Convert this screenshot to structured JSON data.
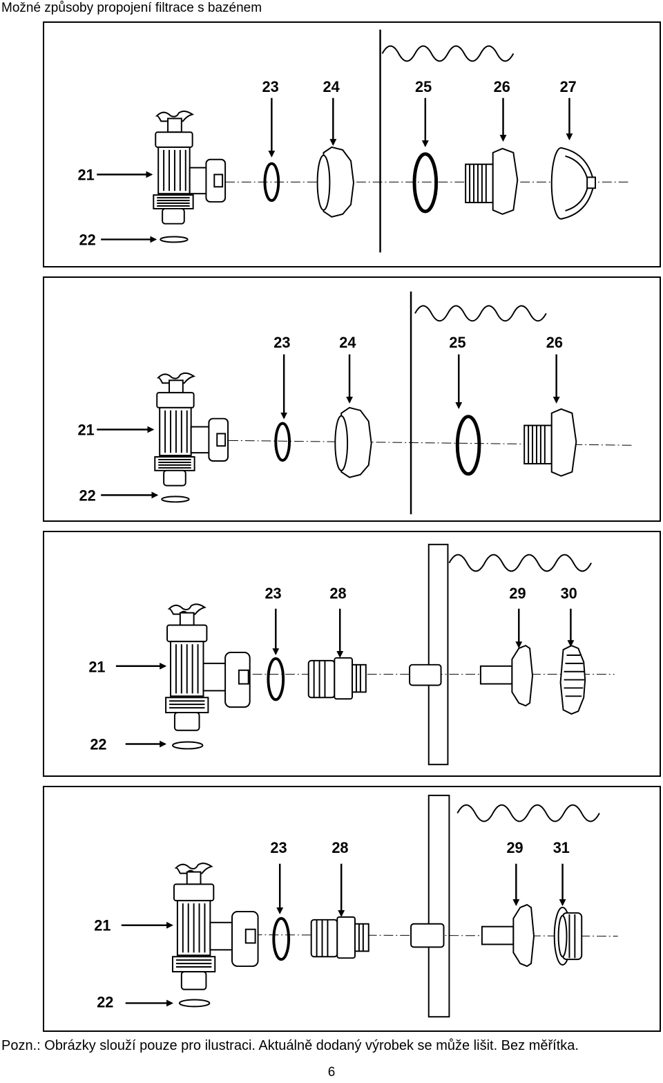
{
  "page": {
    "title": "Možné způsoby propojení filtrace s bazénem",
    "note": "Pozn.: Obrázky slouží pouze pro ilustraci. Aktuálně dodaný výrobek se může lišit. Bez měřítka.",
    "page_number": "6"
  },
  "panels": [
    {
      "wall": "line",
      "labels": {
        "a": "21",
        "b": "22",
        "c": "23",
        "d": "24",
        "e": "25",
        "f": "26",
        "g": "27"
      }
    },
    {
      "wall": "line",
      "labels": {
        "a": "21",
        "b": "22",
        "c": "23",
        "d": "24",
        "e": "25",
        "f": "26"
      }
    },
    {
      "wall": "board",
      "labels": {
        "a": "21",
        "b": "22",
        "c": "23",
        "d": "28",
        "e": "29",
        "f": "30"
      }
    },
    {
      "wall": "board",
      "labels": {
        "a": "21",
        "b": "22",
        "c": "23",
        "d": "28",
        "e": "29",
        "f": "31"
      }
    }
  ]
}
